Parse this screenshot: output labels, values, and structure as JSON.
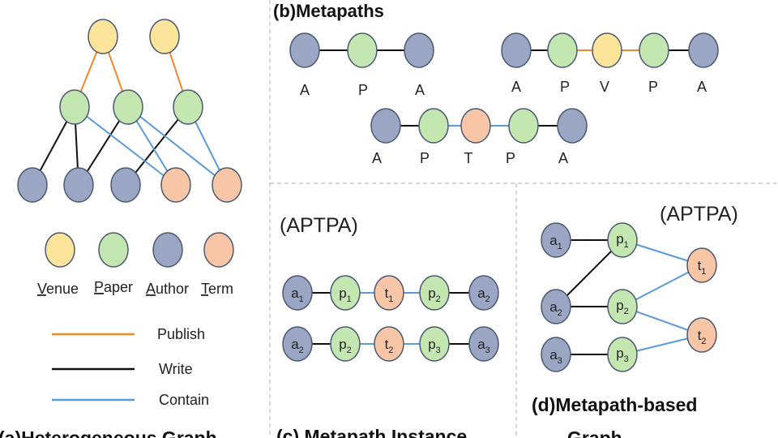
{
  "colors": {
    "venue": "#fce49a",
    "paper": "#c4e6b0",
    "author": "#9aa6c4",
    "term": "#f8c6a6",
    "publish": "#f0882c",
    "write": "#111111",
    "contain": "#5b9ad6",
    "stroke": "#4a5a72",
    "divider": "#bdbdbd"
  },
  "panel_a": {
    "title": "(a)Heterogeneous Graph",
    "legend_nodes": [
      {
        "type": "venue",
        "first": "V",
        "rest": "enue"
      },
      {
        "type": "paper",
        "first": "P",
        "rest": "aper"
      },
      {
        "type": "author",
        "first": "A",
        "rest": "uthor"
      },
      {
        "type": "term",
        "first": "T",
        "rest": "erm"
      }
    ],
    "legend_edges": [
      {
        "type": "publish",
        "label": "Publish"
      },
      {
        "type": "write",
        "label": "Write"
      },
      {
        "type": "contain",
        "label": "Contain"
      }
    ]
  },
  "panel_b": {
    "title": "(b)Metapaths",
    "metapaths": [
      {
        "name": "APA",
        "labels": [
          "A",
          "P",
          "A"
        ]
      },
      {
        "name": "APVPA",
        "labels": [
          "A",
          "P",
          "V",
          "P",
          "A"
        ]
      },
      {
        "name": "APTPA",
        "labels": [
          "A",
          "P",
          "T",
          "P",
          "A"
        ]
      }
    ]
  },
  "panel_c": {
    "title": "(c) Metapath Instance",
    "metapath": "(APTPA)",
    "instances": [
      [
        {
          "b": "a",
          "s": "1"
        },
        {
          "b": "p",
          "s": "1"
        },
        {
          "b": "t",
          "s": "1"
        },
        {
          "b": "p",
          "s": "2"
        },
        {
          "b": "a",
          "s": "2"
        }
      ],
      [
        {
          "b": "a",
          "s": "2"
        },
        {
          "b": "p",
          "s": "2"
        },
        {
          "b": "t",
          "s": "2"
        },
        {
          "b": "p",
          "s": "3"
        },
        {
          "b": "a",
          "s": "3"
        }
      ]
    ]
  },
  "panel_d": {
    "title_line1": "(d)Metapath-based",
    "title_line2": "Graph",
    "metapath": "(APTPA)",
    "nodes": [
      {
        "b": "a",
        "s": "1"
      },
      {
        "b": "a",
        "s": "2"
      },
      {
        "b": "a",
        "s": "3"
      },
      {
        "b": "p",
        "s": "1"
      },
      {
        "b": "p",
        "s": "2"
      },
      {
        "b": "p",
        "s": "3"
      },
      {
        "b": "t",
        "s": "1"
      },
      {
        "b": "t",
        "s": "2"
      }
    ]
  }
}
